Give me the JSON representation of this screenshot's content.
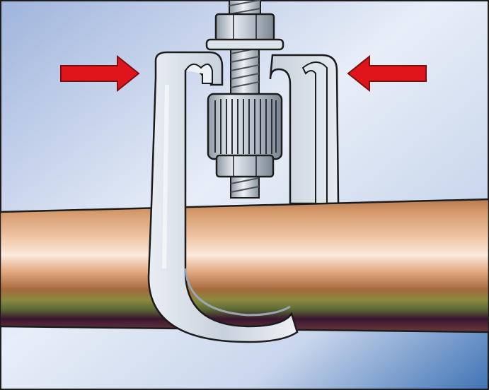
{
  "illustration": {
    "subject": "pipe-clamp-hanger",
    "arrows": [
      {
        "id": "left-arrow",
        "direction": "right"
      },
      {
        "id": "right-arrow",
        "direction": "left"
      }
    ],
    "colors": {
      "background_top": "#9fb4dc",
      "background_mid": "#e8eef8",
      "background_bottom": "#3f73b5",
      "arrow_fill": "#e0141b",
      "arrow_outline": "#7a1010",
      "pipe_copper": "#c98c5e",
      "pipe_highlight": "#fbe9dc",
      "pipe_dark_band": "#3a1630",
      "pipe_green_band": "#8a8a40",
      "clamp_steel": "#d4dce6",
      "clamp_outline": "#1c1c1c",
      "nut_steel": "#bfc8d2"
    }
  }
}
